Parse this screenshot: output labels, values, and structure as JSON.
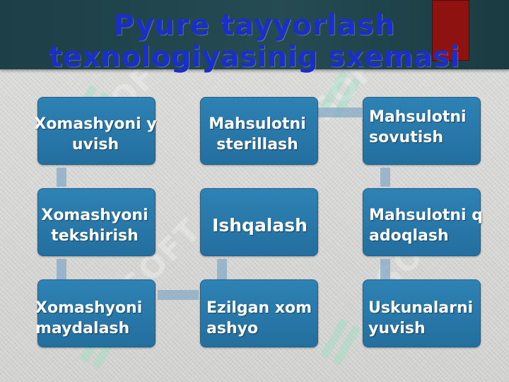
{
  "title": {
    "line1": "Pyure tayyorlash",
    "line2": "texnologiyasinig sxemasi"
  },
  "watermark": {
    "text": "SOFT"
  },
  "diagram": {
    "boxes": {
      "wash_raw": "Xomashyoni yuvish",
      "sterilize": "Mahsulotni sterillash",
      "cool": "Mahsulotni sovutish",
      "inspect_raw": "Xomashyoni tekshirish",
      "rub": "Ishqalash",
      "package": "Mahsulotni qadoqlash",
      "grind_raw": "Xomashyoni maydalash",
      "crushed_raw": "Ezilgan xomashyo",
      "wash_equipment": "Uskunalarni yuvish"
    }
  }
}
